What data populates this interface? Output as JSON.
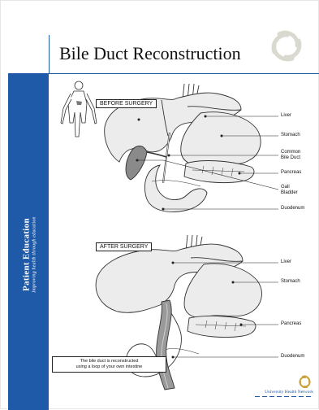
{
  "document": {
    "title": "Bile Duct Reconstruction"
  },
  "sidebar": {
    "title": "Patient Education",
    "tagline": "Improving health through education"
  },
  "panels": {
    "before": {
      "heading": "BEFORE SURGERY",
      "labels": {
        "liver": "Liver",
        "stomach": "Stomach",
        "common_bile_duct_1": "Common",
        "common_bile_duct_2": "Bile Duct",
        "pancreas": "Pancreas",
        "gall_bladder_1": "Gall",
        "gall_bladder_2": "Bladder",
        "duodenum": "Duodenum"
      }
    },
    "after": {
      "heading": "AFTER SURGERY",
      "labels": {
        "liver": "Liver",
        "stomach": "Stomach",
        "pancreas": "Pancreas",
        "duodenum": "Duodenum"
      },
      "caption_line1": "The bile duct is reconstructed",
      "caption_line2": "using a loop of your own intestine"
    }
  },
  "footer": {
    "organization": "University Health Network"
  },
  "colors": {
    "brand_blue": "#1f5aa8",
    "organ_fill": "#ececec",
    "gallbladder_fill": "#8a8a8a",
    "intestine_loop_fill": "#9a9a9a",
    "logo_gold": "#c9a23c"
  }
}
